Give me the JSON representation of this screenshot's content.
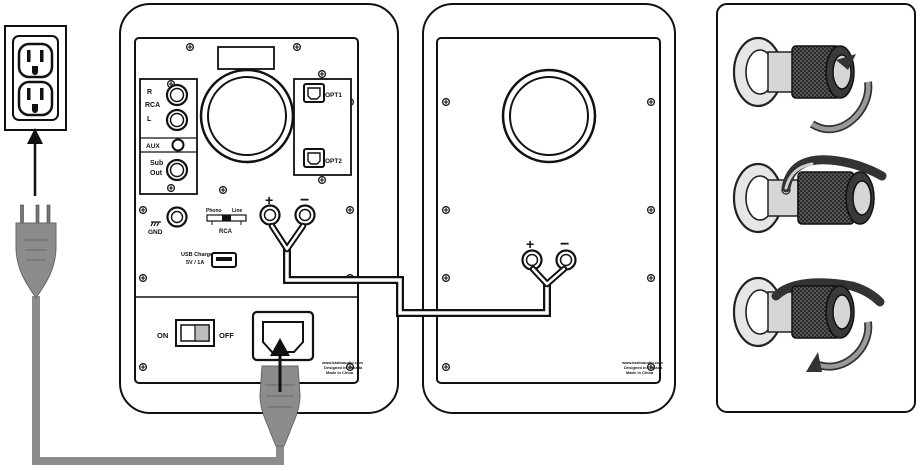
{
  "amp_panel": {
    "rca": {
      "r": "R",
      "rca": "RCA",
      "l": "L",
      "aux": "AUX",
      "sub_out": "Sub\nOut"
    },
    "opt1": "OPT1",
    "opt2": "OPT2",
    "gnd": "GND",
    "phono": "Phono",
    "line": "Line",
    "rca_switch": "RCA",
    "usb": "USB Charge\n5V / 1A",
    "on": "ON",
    "off": "OFF",
    "plus": "+",
    "minus": "−",
    "footer": [
      "www.kantoaudio.com",
      "Designed in Canada",
      "Made in China"
    ]
  },
  "passive_panel": {
    "plus": "+",
    "minus": "−",
    "footer": [
      "www.kantoaudio.com",
      "Designed in Canada",
      "Made in China"
    ]
  },
  "colors": {
    "cable_gray": "#8c8c8c",
    "outline": "#1a1a1a",
    "binding_post_dark": "#222222",
    "binding_post_light": "#d6d6d6"
  },
  "icons": [
    "wall-outlet-icon",
    "power-plug-icon",
    "iec-plug-icon",
    "rotate-arrow-icon",
    "speaker-wire-icon"
  ]
}
